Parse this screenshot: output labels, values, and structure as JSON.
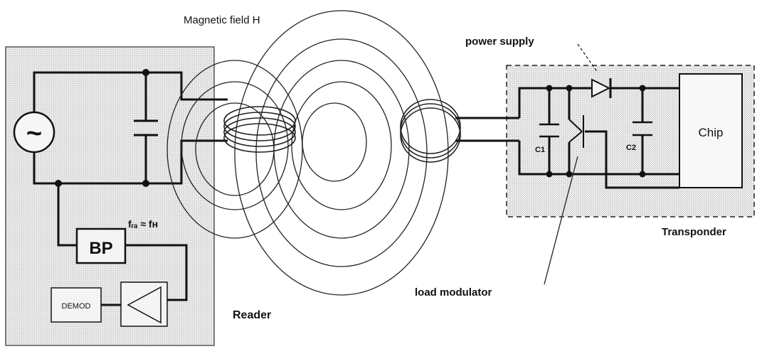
{
  "labels": {
    "magnetic_field": "Magnetic field H",
    "power_supply": "power supply",
    "chip": "Chip",
    "c1": "C1",
    "c2": "C2",
    "transponder": "Transponder",
    "bp": "BP",
    "freq": "fᵣₐ ≈ fʜ",
    "demod": "DEMOD",
    "reader": "Reader",
    "load_modulator": "load modulator",
    "ac_source": "~"
  },
  "colors": {
    "panel_fill": "#e4e4e4",
    "wire": "#111111",
    "field_line": "#222222",
    "background": "#ffffff"
  }
}
